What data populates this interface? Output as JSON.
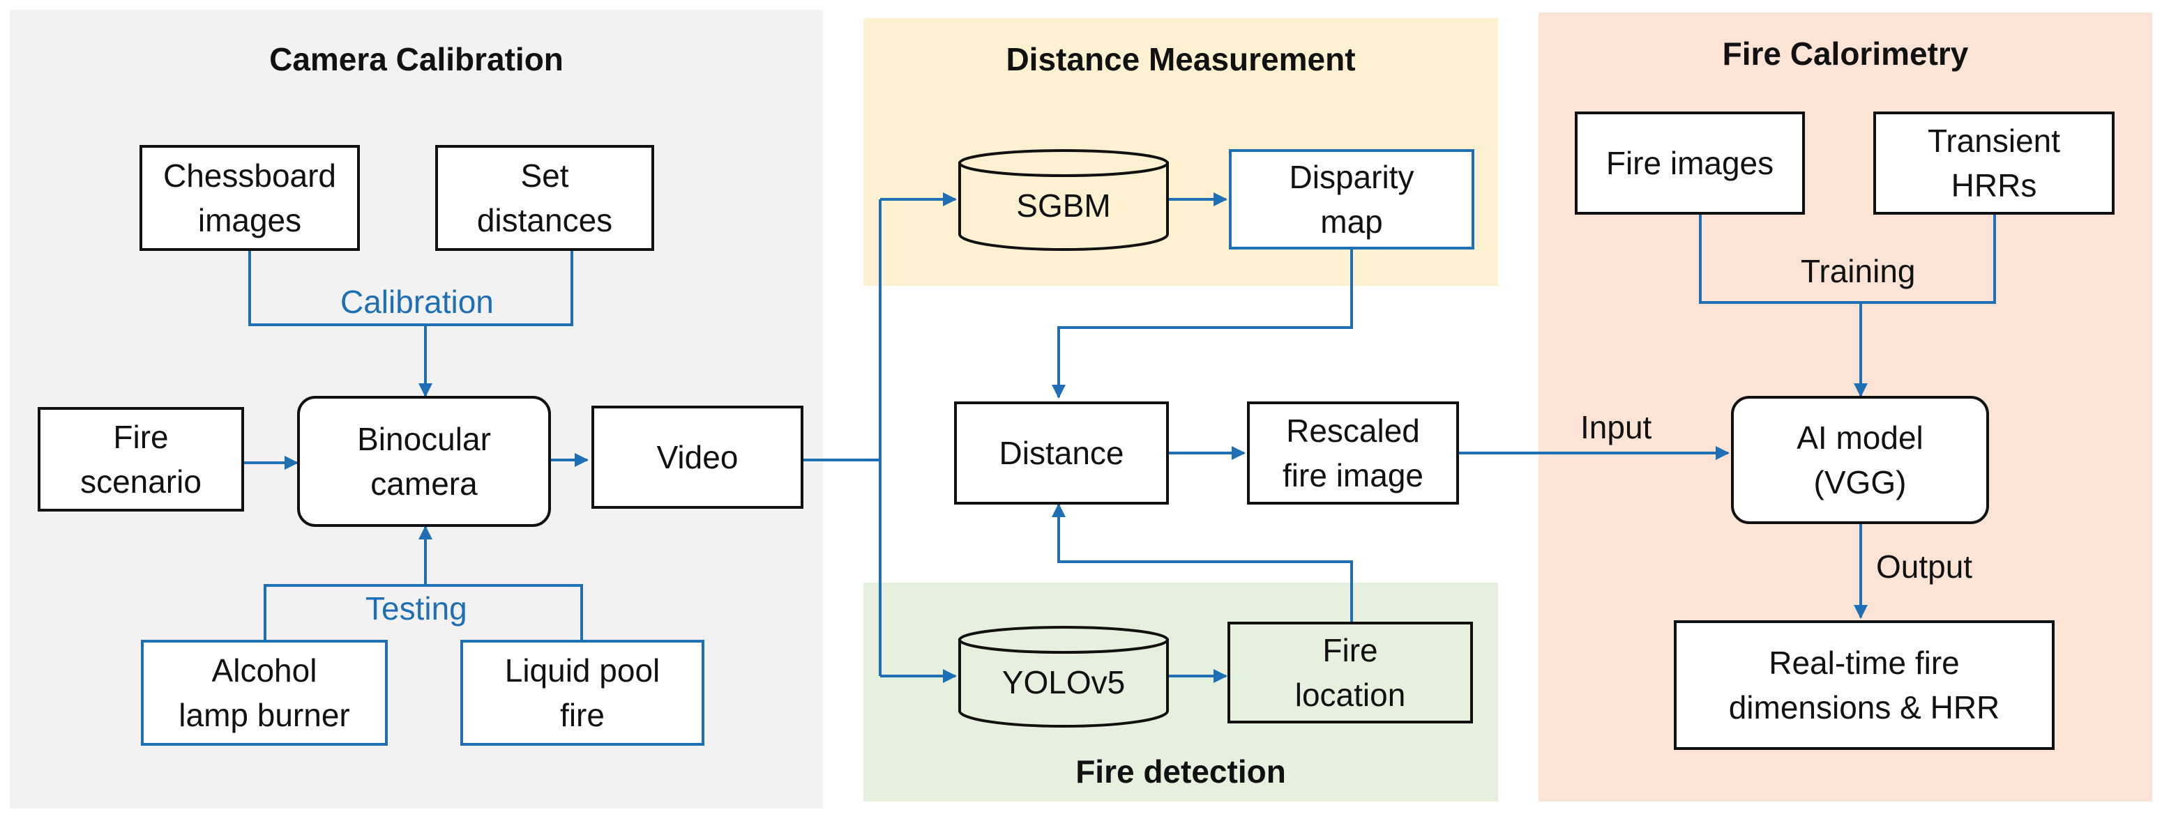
{
  "panels": {
    "camera_calibration": {
      "title": "Camera Calibration"
    },
    "distance_measurement": {
      "title": "Distance Measurement"
    },
    "fire_detection": {
      "title": "Fire detection"
    },
    "fire_calorimetry": {
      "title": "Fire Calorimetry"
    }
  },
  "nodes": {
    "chessboard": "Chessboard\nimages",
    "set_distances": "Set\ndistances",
    "fire_scenario": "Fire\nscenario",
    "binocular": "Binocular\ncamera",
    "video": "Video",
    "alcohol": "Alcohol\nlamp burner",
    "liquid_pool": "Liquid pool\nfire",
    "sgbm": "SGBM",
    "disparity": "Disparity\nmap",
    "distance": "Distance",
    "rescaled": "Rescaled\nfire image",
    "yolo": "YOLOv5",
    "fire_location": "Fire\nlocation",
    "fire_images": "Fire images",
    "transient_hrrs": "Transient\nHRRs",
    "ai_model": "AI model\n(VGG)",
    "realtime": "Real-time fire\ndimensions & HRR"
  },
  "edge_labels": {
    "calibration": "Calibration",
    "testing": "Testing",
    "training": "Training",
    "input": "Input",
    "output": "Output"
  },
  "colors": {
    "blue": "#1f6fb5",
    "camera_bg": "#f2f2f2",
    "distance_bg": "#fdf1d2",
    "detection_bg": "#e6f0de",
    "calorimetry_bg": "#fbe3d5"
  }
}
